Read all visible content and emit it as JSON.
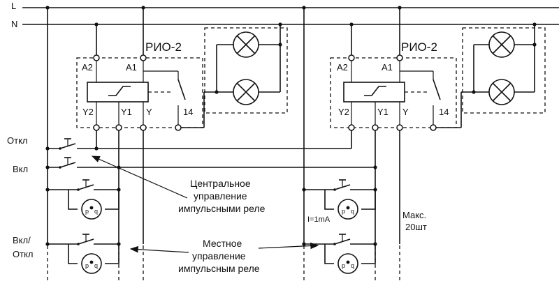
{
  "rails": {
    "line": "L",
    "neutral": "N"
  },
  "relays": [
    {
      "title": "РИО-2",
      "terminals": {
        "a2": "A2",
        "a1": "A1",
        "y2": "Y2",
        "y1": "Y1",
        "y": "Y",
        "out": "14"
      }
    },
    {
      "title": "РИО-2",
      "terminals": {
        "a2": "A2",
        "a1": "A1",
        "y2": "Y2",
        "y1": "Y1",
        "y": "Y",
        "out": "14"
      }
    }
  ],
  "left_labels": {
    "off": "Откл",
    "on": "Вкл",
    "on_off_1": "Вкл/",
    "on_off_2": "Откл"
  },
  "central_note": {
    "line1": "Центральное",
    "line2": "управление",
    "line3": "импульсными реле"
  },
  "local_note": {
    "line1": "Местное",
    "line2": "управление",
    "line3": "импульсным реле"
  },
  "current_label": "I=1mA",
  "max_label": {
    "line1": "Макс.",
    "line2": "20шт"
  },
  "lamp_symbol": "⊗"
}
